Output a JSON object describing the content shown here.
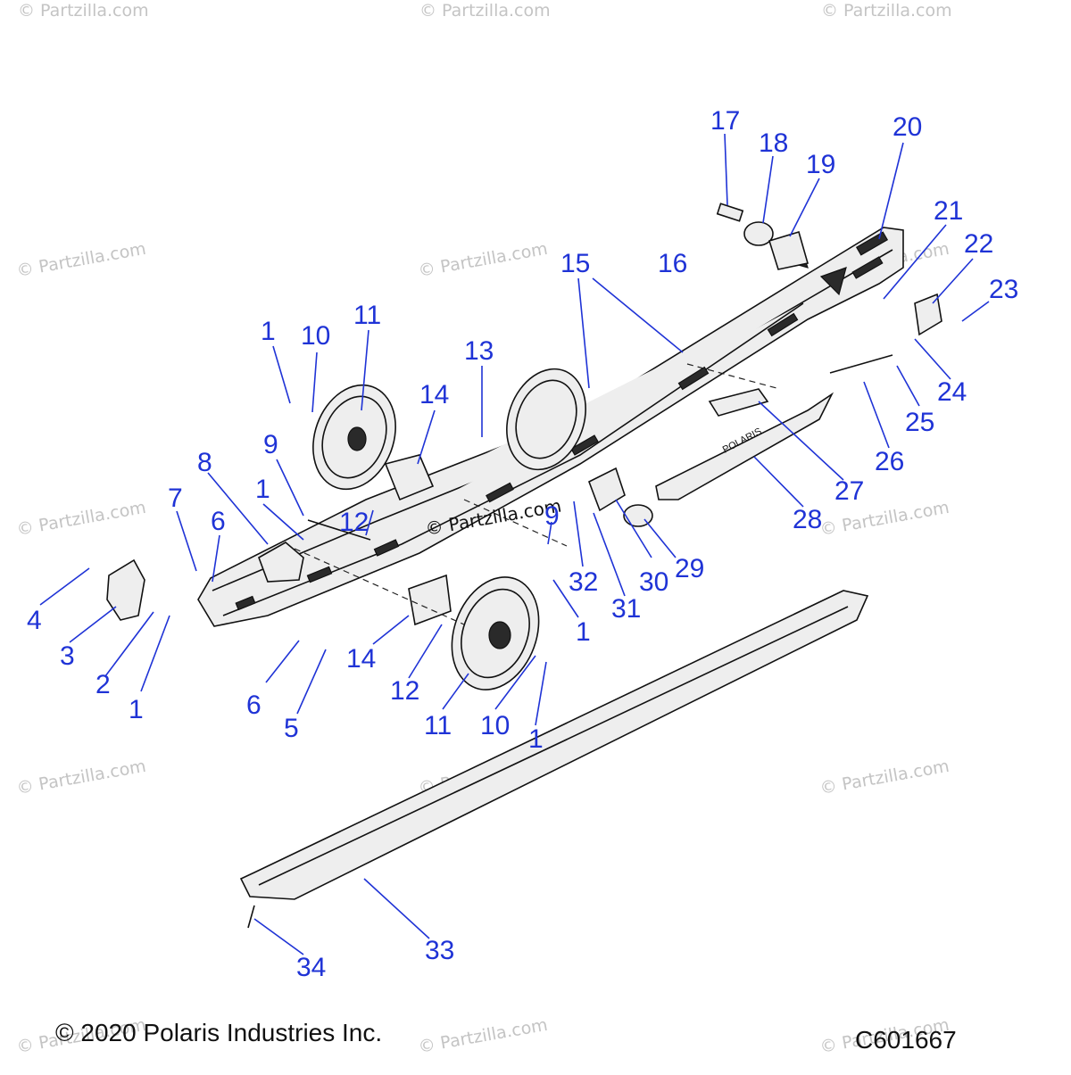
{
  "watermark_text": "© Partzilla.com",
  "center_watermark": "© Partzilla.com",
  "footer": {
    "copyright": "© 2020 Polaris Industries Inc.",
    "drawing_id": "C601667"
  },
  "brand_on_part": "POLARIS",
  "callouts": [
    "1",
    "2",
    "3",
    "4",
    "5",
    "6",
    "7",
    "8",
    "9",
    "10",
    "11",
    "12",
    "13",
    "14",
    "15",
    "16",
    "17",
    "18",
    "19",
    "20",
    "21",
    "22",
    "23",
    "24",
    "25",
    "26",
    "27",
    "28",
    "29",
    "30",
    "31",
    "32",
    "33",
    "34"
  ],
  "colors": {
    "callout": "#1f33d6",
    "watermark": "#c4c4c4",
    "line": "#111111"
  }
}
